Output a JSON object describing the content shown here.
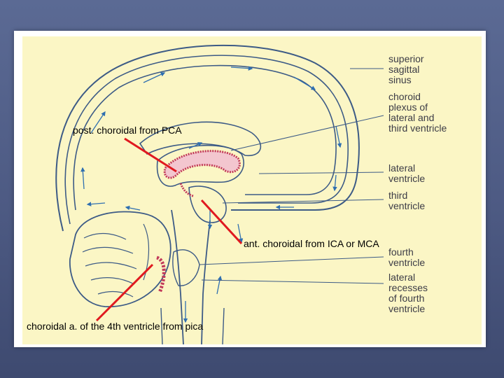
{
  "structure_labels": {
    "superior_sagittal_sinus": [
      "superior",
      "sagittal",
      "sinus"
    ],
    "choroid_plexus": [
      "choroid",
      "plexus of",
      "lateral and",
      "third ventricle"
    ],
    "lateral_ventricle": [
      "lateral",
      "ventricle"
    ],
    "third_ventricle": [
      "third",
      "ventricle"
    ],
    "fourth_ventricle": [
      "fourth",
      "ventricle"
    ],
    "lateral_recesses": [
      "lateral",
      "recesses",
      "of fourth",
      "ventricle"
    ]
  },
  "annotations": {
    "posterior": "post. choroidal from PCA",
    "anterior": "ant. choroidal from ICA or MCA",
    "fourth": "choroidal a. of the 4th ventricle from pica"
  },
  "colors": {
    "background": "#4d5a83",
    "panel": "#fbf6c5",
    "outline": "#3d5b86",
    "csf_arrow": "#2f6fb0",
    "choroid_plexus": "#c23a5a",
    "pointer_line": "#e0191f"
  }
}
